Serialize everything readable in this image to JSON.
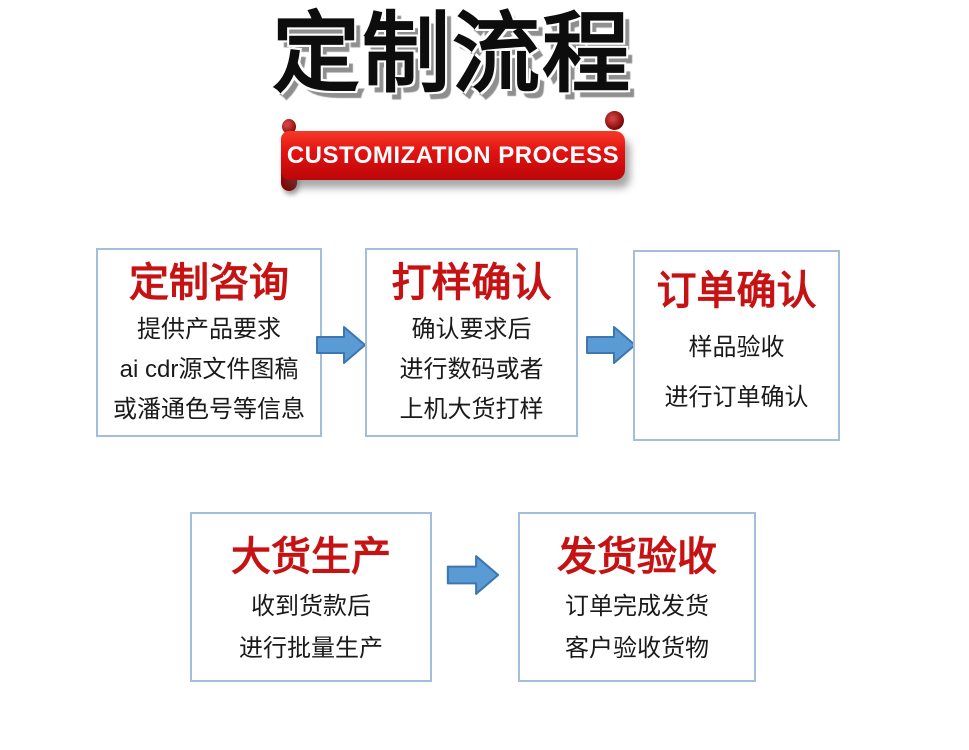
{
  "page": {
    "title": "定制流程",
    "banner": "CUSTOMIZATION PROCESS"
  },
  "steps": [
    {
      "title": "定制咨询",
      "lines": [
        "提供产品要求",
        "ai cdr源文件图稿",
        "或潘通色号等信息"
      ]
    },
    {
      "title": "打样确认",
      "lines": [
        "确认要求后",
        "进行数码或者",
        "上机大货打样"
      ]
    },
    {
      "title": "订单确认",
      "lines": [
        "样品验收",
        "进行订单确认"
      ]
    },
    {
      "title": "大货生产",
      "lines": [
        "收到货款后",
        "进行批量生产"
      ]
    },
    {
      "title": "发货验收",
      "lines": [
        "订单完成发货",
        "客户验收货物"
      ]
    }
  ],
  "icons": {
    "arrow": "right-block-arrow-icon",
    "ribbon_curl_left": "ribbon-curl-icon",
    "ribbon_curl_right": "ribbon-curl-icon"
  },
  "colors": {
    "title_black": "#0d0d0d",
    "title_shadow_gray": "#8f8f8f",
    "step_title_red": "#c61212",
    "banner_red_top": "#f53a28",
    "banner_red_bottom": "#ba0707",
    "banner_text_white": "#ffffff",
    "box_border_blue": "#a3bedb",
    "arrow_fill_blue": "#5b9bd5",
    "arrow_stroke_blue": "#3d77ad",
    "body_text_black": "#1a1a1a"
  }
}
